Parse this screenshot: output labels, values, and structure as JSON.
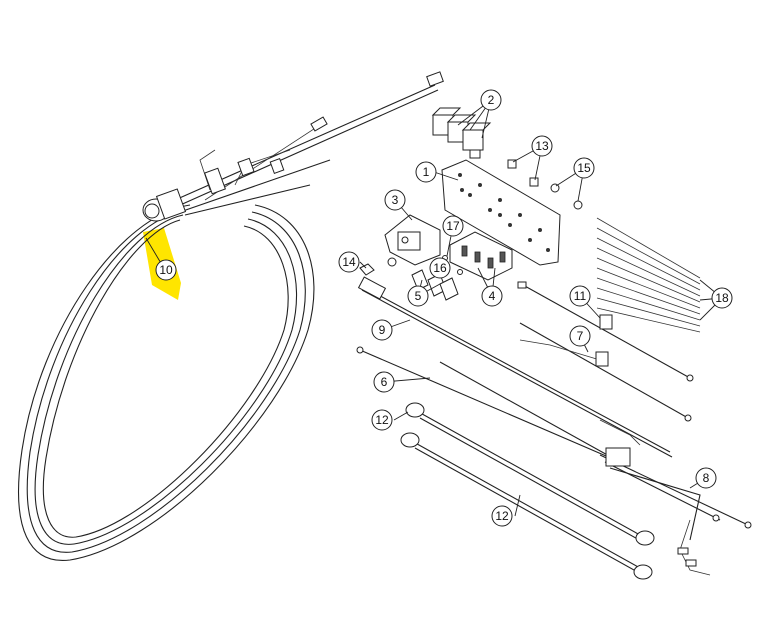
{
  "diagram": {
    "highlight_color": "#FFE500",
    "line_color": "#222222",
    "callouts": [
      {
        "id": "c1",
        "label": "1"
      },
      {
        "id": "c2",
        "label": "2"
      },
      {
        "id": "c3",
        "label": "3"
      },
      {
        "id": "c4",
        "label": "4"
      },
      {
        "id": "c5",
        "label": "5"
      },
      {
        "id": "c6",
        "label": "6"
      },
      {
        "id": "c7",
        "label": "7"
      },
      {
        "id": "c8",
        "label": "8"
      },
      {
        "id": "c9",
        "label": "9"
      },
      {
        "id": "c10",
        "label": "10",
        "highlighted": true
      },
      {
        "id": "c11",
        "label": "11"
      },
      {
        "id": "c12a",
        "label": "12"
      },
      {
        "id": "c12b",
        "label": "12"
      },
      {
        "id": "c13",
        "label": "13"
      },
      {
        "id": "c14",
        "label": "14"
      },
      {
        "id": "c15",
        "label": "15"
      },
      {
        "id": "c16",
        "label": "16"
      },
      {
        "id": "c17",
        "label": "17"
      },
      {
        "id": "c18",
        "label": "18"
      }
    ]
  }
}
